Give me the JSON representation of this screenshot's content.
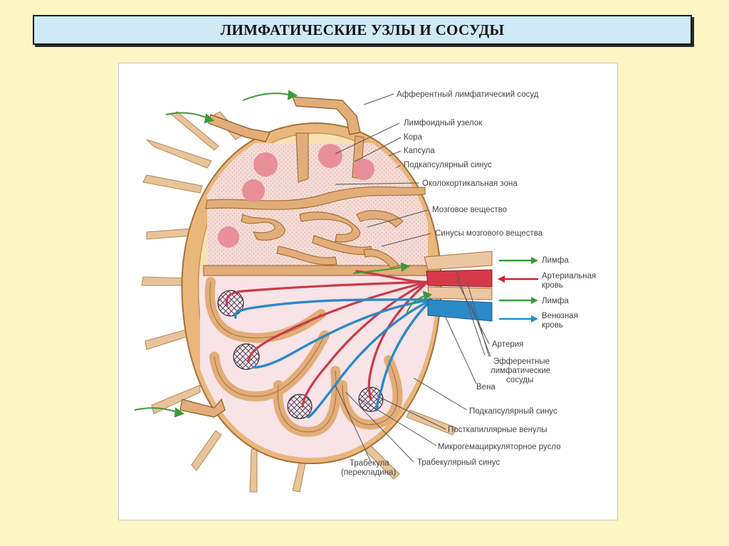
{
  "title": "ЛИМФАТИЧЕСКИЕ УЗЛЫ И СОСУДЫ",
  "labels": {
    "afferent": "Афферентный лимфатический сосуд",
    "nodule": "Лимфоидный узелок",
    "cortex": "Кора",
    "capsule": "Капсула",
    "subcapsular_top": "Подкапсулярный синус",
    "paracortex": "Околокортикальная зона",
    "medulla": "Мозговое вещество",
    "medullary_sinuses": "Синусы мозгового вещества",
    "lymph1": "Лимфа",
    "arterial_1": "Артериальная",
    "arterial_2": "кровь",
    "lymph2": "Лимфа",
    "venous_1": "Венозная",
    "venous_2": "кровь",
    "artery": "Артерия",
    "efferent_1": "Эфферентные",
    "efferent_2": "лимфатические",
    "efferent_3": "сосуды",
    "vein": "Вена",
    "subcapsular_bottom": "Подкапсулярный синус",
    "postcapillary": "Посткапиллярные венулы",
    "microcirculation": "Микрогемациркуляторное русло",
    "trabecula_1": "Трабекула",
    "trabecula_2": "(перекладина)",
    "trabecular_sinus": "Трабекулярный синус"
  },
  "colors": {
    "background": "#fbf6c4",
    "title_bar": "#cfeaf6",
    "capsule": "#dca46c",
    "cortex": "#f3d5cf",
    "nodule": "#e8909a",
    "artery": "#c83a4a",
    "vein": "#2a8ac8",
    "lymph_arrow": "#3a9a3a",
    "arterial_arrow": "#d02030",
    "venous_arrow": "#2090d0"
  }
}
